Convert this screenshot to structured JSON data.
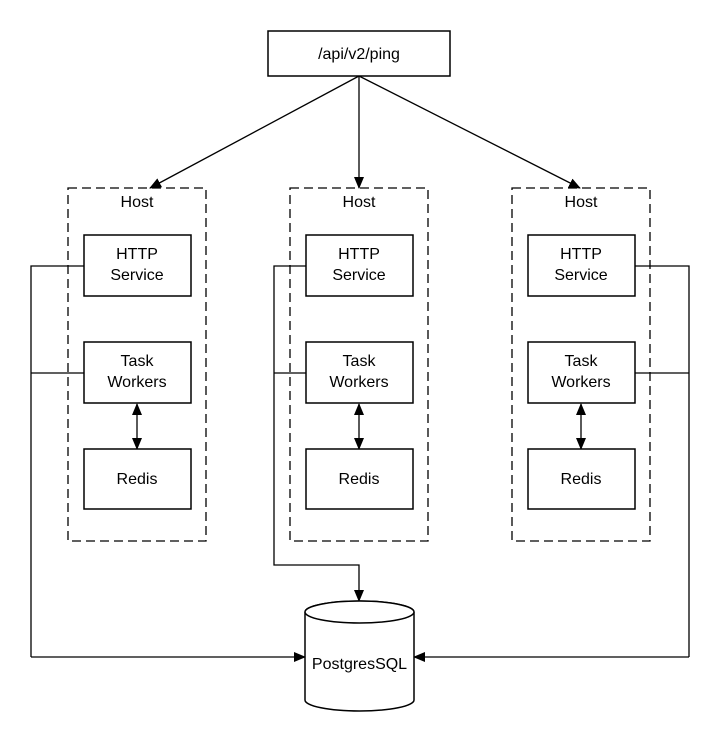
{
  "diagram": {
    "endpoint": "/api/v2/ping",
    "hosts": [
      {
        "label": "Host",
        "http": [
          "HTTP",
          "Service"
        ],
        "workers": [
          "Task",
          "Workers"
        ],
        "cache": "Redis"
      },
      {
        "label": "Host",
        "http": [
          "HTTP",
          "Service"
        ],
        "workers": [
          "Task",
          "Workers"
        ],
        "cache": "Redis"
      },
      {
        "label": "Host",
        "http": [
          "HTTP",
          "Service"
        ],
        "workers": [
          "Task",
          "Workers"
        ],
        "cache": "Redis"
      }
    ],
    "database": "PostgresSQL"
  }
}
